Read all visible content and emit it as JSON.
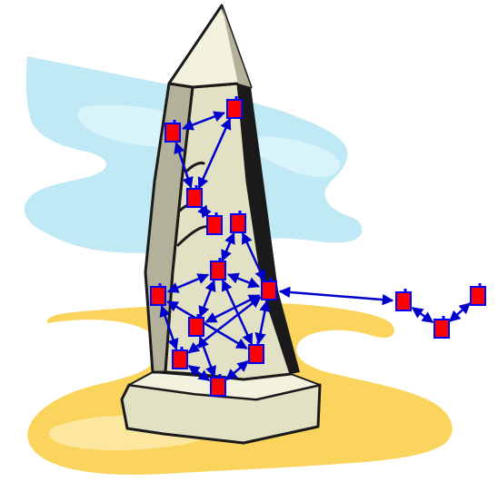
{
  "scene": {
    "subject": "obelisk-with-network-graph",
    "colors": {
      "background": "#ffffff",
      "sky": "#bfe9f5",
      "sky_light": "#d9f3fa",
      "ground": "#fbd45e",
      "ground_light": "#fde7a0",
      "stone": "#e3e1c4",
      "stone_light": "#f3f2df",
      "stone_shadow": "#b3b19a",
      "outline": "#1a1a1a",
      "node_fill": "#ff0000",
      "node_border": "#0000ff",
      "edge": "#0000cc"
    }
  },
  "graph": {
    "nodes": [
      {
        "id": "n1"
      },
      {
        "id": "n2"
      },
      {
        "id": "n3"
      },
      {
        "id": "n4"
      },
      {
        "id": "n5"
      },
      {
        "id": "n6"
      },
      {
        "id": "n7"
      },
      {
        "id": "n8"
      },
      {
        "id": "n9"
      },
      {
        "id": "n10"
      },
      {
        "id": "n11"
      },
      {
        "id": "n12"
      },
      {
        "id": "n13"
      },
      {
        "id": "n14"
      },
      {
        "id": "n15"
      }
    ],
    "edges": [
      {
        "from": "n1",
        "to": "n2",
        "bidirectional": true
      },
      {
        "from": "n1",
        "to": "n3",
        "bidirectional": true
      },
      {
        "from": "n2",
        "to": "n3",
        "bidirectional": true
      },
      {
        "from": "n3",
        "to": "n4",
        "bidirectional": true
      },
      {
        "from": "n5",
        "to": "n6",
        "bidirectional": true
      },
      {
        "from": "n5",
        "to": "n9",
        "bidirectional": true
      },
      {
        "from": "n5",
        "to": "n10",
        "bidirectional": true
      },
      {
        "from": "n6",
        "to": "n7",
        "bidirectional": true
      },
      {
        "from": "n6",
        "to": "n8",
        "bidirectional": true
      },
      {
        "from": "n6",
        "to": "n9",
        "bidirectional": true
      },
      {
        "from": "n6",
        "to": "n12",
        "bidirectional": true
      },
      {
        "from": "n7",
        "to": "n8",
        "bidirectional": true
      },
      {
        "from": "n7",
        "to": "n9",
        "bidirectional": true
      },
      {
        "from": "n7",
        "to": "n10",
        "bidirectional": true
      },
      {
        "from": "n7",
        "to": "n12",
        "bidirectional": true
      },
      {
        "from": "n8",
        "to": "n11",
        "bidirectional": true
      },
      {
        "from": "n9",
        "to": "n11",
        "bidirectional": true
      },
      {
        "from": "n10",
        "to": "n11",
        "bidirectional": true
      },
      {
        "from": "n7",
        "to": "n13",
        "bidirectional": true
      },
      {
        "from": "n13",
        "to": "n14",
        "bidirectional": true
      },
      {
        "from": "n14",
        "to": "n15",
        "bidirectional": true
      }
    ]
  }
}
